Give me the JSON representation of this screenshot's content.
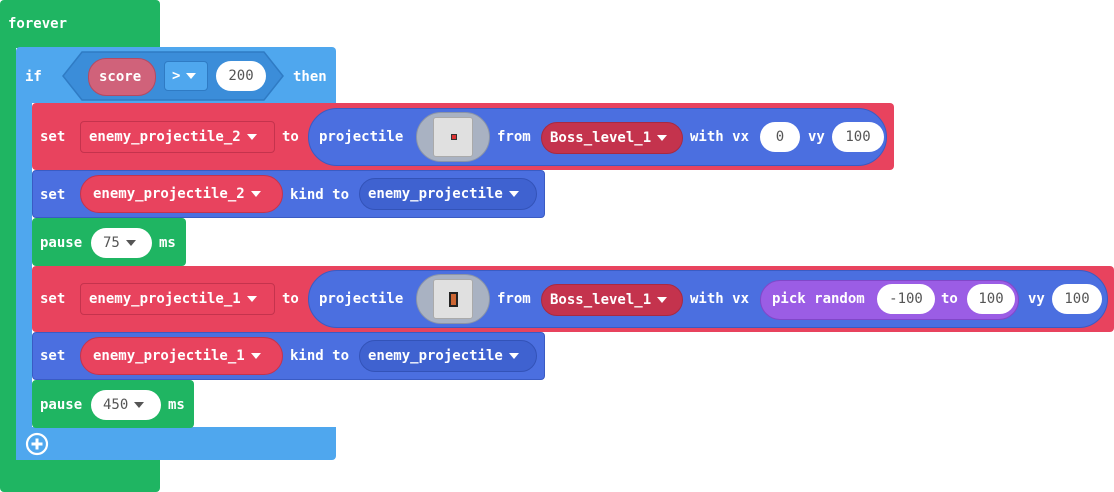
{
  "forever": {
    "label": "forever"
  },
  "if_block": {
    "if_label": "if",
    "variable": "score",
    "operator": ">",
    "value": "200",
    "then_label": "then"
  },
  "stmt1": {
    "set_label": "set",
    "variable": "enemy_projectile_2",
    "to_label": "to",
    "projectile_label": "projectile",
    "from_label": "from",
    "source": "Boss_level_1",
    "vx_label": "with vx",
    "vx": "0",
    "vy_label": "vy",
    "vy": "100"
  },
  "stmt2": {
    "set_label": "set",
    "variable": "enemy_projectile_2",
    "kind_label": "kind to",
    "kind": "enemy_projectile"
  },
  "pause1": {
    "label": "pause",
    "value": "75",
    "unit": "ms"
  },
  "stmt3": {
    "set_label": "set",
    "variable": "enemy_projectile_1",
    "to_label": "to",
    "projectile_label": "projectile",
    "from_label": "from",
    "source": "Boss_level_1",
    "vx_label": "with vx",
    "random_label": "pick random",
    "random_min": "-100",
    "random_to_label": "to",
    "random_max": "100",
    "vy_label": "vy",
    "vy": "100"
  },
  "stmt4": {
    "set_label": "set",
    "variable": "enemy_projectile_1",
    "kind_label": "kind to",
    "kind": "enemy_projectile"
  },
  "pause2": {
    "label": "pause",
    "value": "450",
    "unit": "ms"
  },
  "colors": {
    "loops": "#1fb562",
    "logic": "#4fa7ee",
    "sprites": "#e8435e",
    "sprite_kind": "#4b6fe0",
    "math": "#9b5de5"
  },
  "icons": {
    "add": "plus-circle-icon",
    "dropdown": "caret-down-icon"
  }
}
